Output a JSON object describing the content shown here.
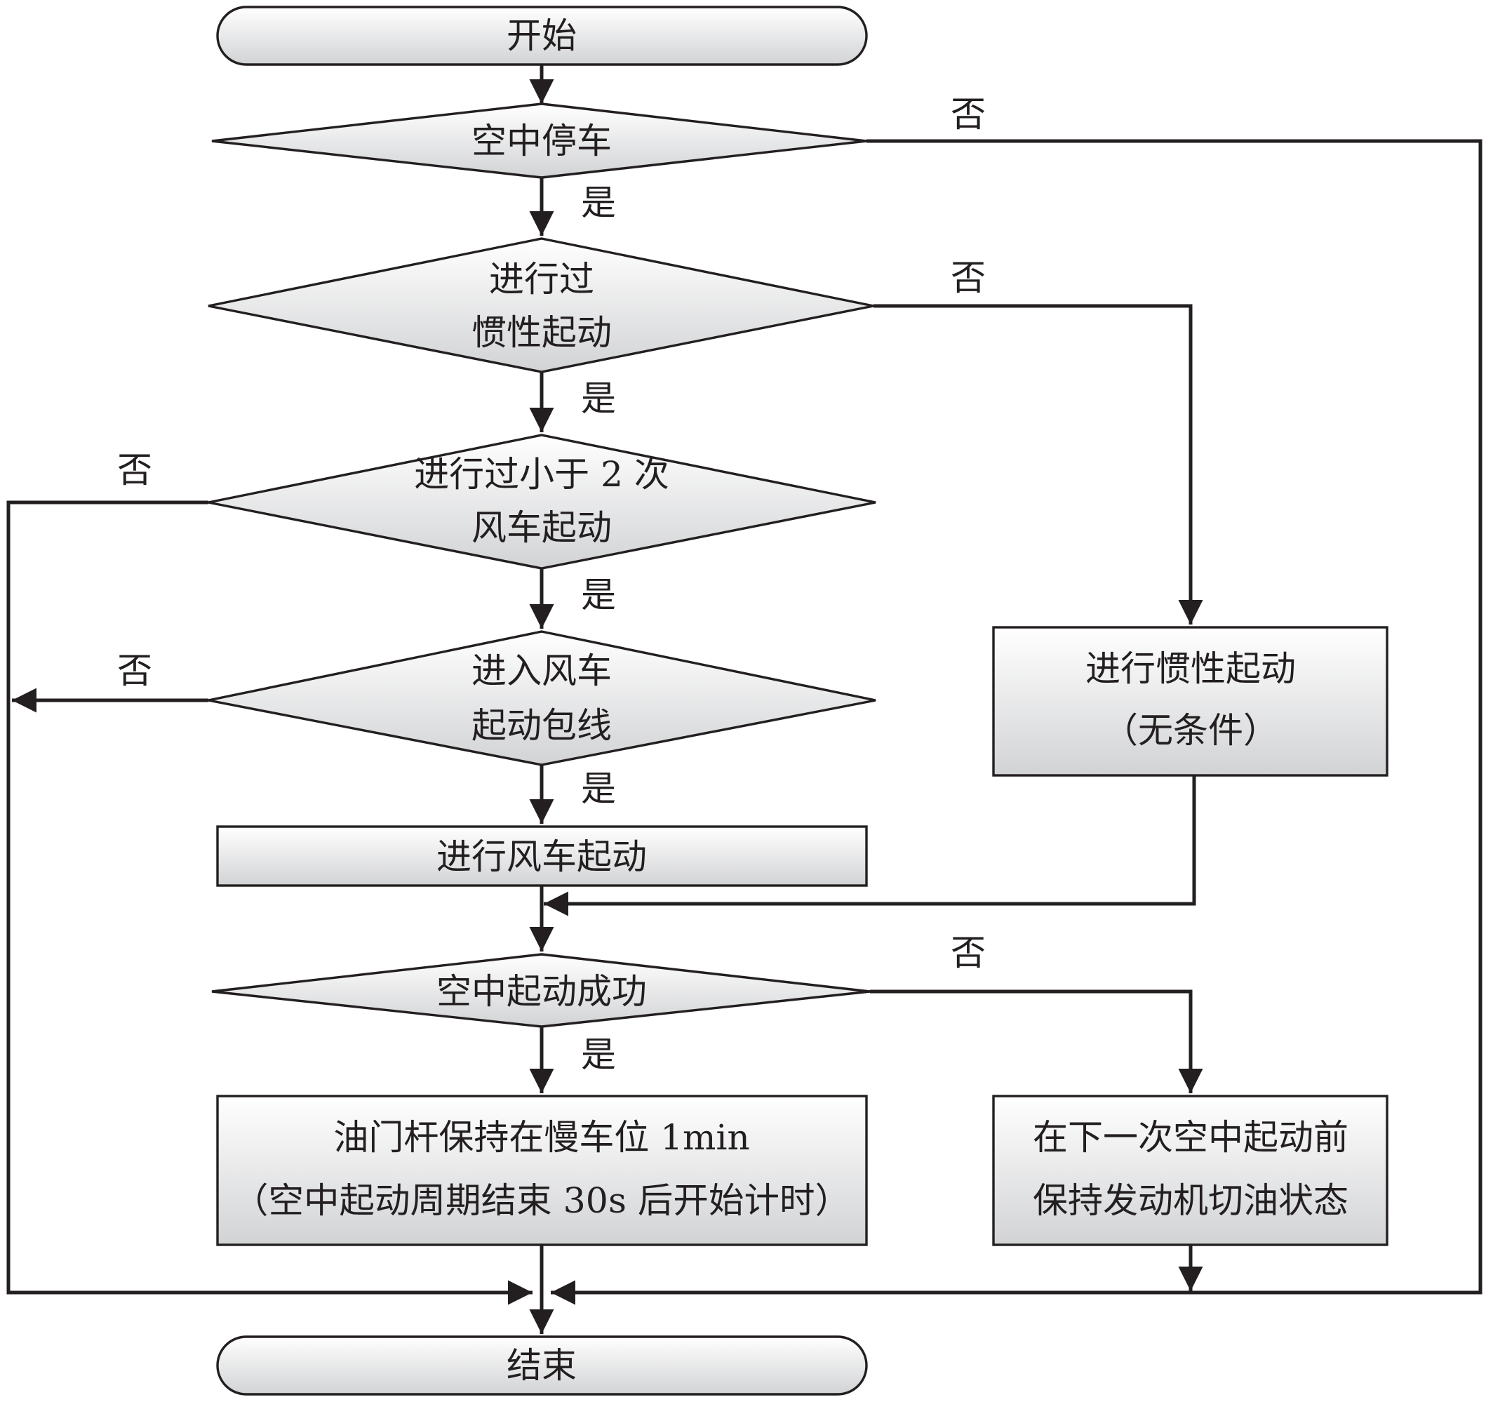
{
  "nodes": {
    "start": {
      "lines": [
        "开始"
      ]
    },
    "air_shutdown": {
      "lines": [
        "空中停车"
      ]
    },
    "inertia_done": {
      "lines": [
        "进行过",
        "惯性起动"
      ]
    },
    "windmill_count": {
      "lines": [
        "进行过小于 2 次",
        "风车起动"
      ]
    },
    "windmill_envelope": {
      "lines": [
        "进入风车",
        "起动包线"
      ]
    },
    "do_windmill": {
      "lines": [
        "进行风车起动"
      ]
    },
    "do_inertia": {
      "lines": [
        "进行惯性起动",
        "（无条件）"
      ]
    },
    "restart_success": {
      "lines": [
        "空中起动成功"
      ]
    },
    "hold_throttle": {
      "lines": [
        "油门杆保持在慢车位 1min",
        "（空中起动周期结束 30s 后开始计时）"
      ]
    },
    "keep_fuel_cut": {
      "lines": [
        "在下一次空中起动前",
        "保持发动机切油状态"
      ]
    },
    "end": {
      "lines": [
        "结束"
      ]
    }
  },
  "edges": {
    "air_shutdown_yes": "是",
    "air_shutdown_no": "否",
    "inertia_done_yes": "是",
    "inertia_done_no": "否",
    "windmill_count_yes": "是",
    "windmill_count_no": "否",
    "windmill_envelope_yes": "是",
    "windmill_envelope_no": "否",
    "restart_success_yes": "是",
    "restart_success_no": "否"
  }
}
